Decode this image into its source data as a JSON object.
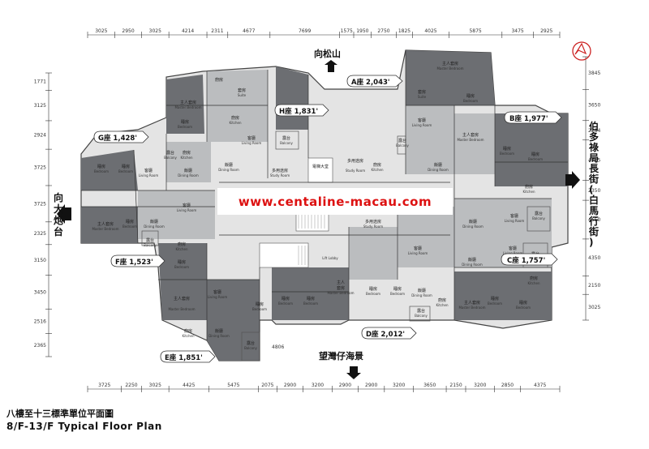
{
  "header_dims": [
    "3025",
    "2950",
    "3025",
    "4214",
    "2311",
    "4677",
    "7699",
    "1575",
    "1950",
    "2750",
    "1825",
    "4025",
    "5875",
    "3475",
    "2925"
  ],
  "footer_dims": [
    "3725",
    "2250",
    "3025",
    "4425",
    "5475",
    "2075",
    "2900",
    "3200",
    "2900",
    "2900",
    "3200",
    "3650",
    "2150",
    "3200",
    "2850",
    "4375"
  ],
  "left_dims": [
    "1771",
    "3125",
    "2924",
    "3725",
    "3725",
    "2325",
    "3150",
    "3450",
    "2516",
    "2365"
  ],
  "right_dims": [
    "3845",
    "3650",
    "2284",
    "4725",
    "2350",
    "4550",
    "4350",
    "2150",
    "3025"
  ],
  "mid_dim": "4806",
  "directions": {
    "north": "向松山",
    "south": "望灣仔海景",
    "west": [
      "向",
      "大",
      "炮",
      "台"
    ],
    "east": [
      "伯",
      "多",
      "祿",
      "局",
      "長",
      "街",
      "(",
      "白",
      "馬",
      "行",
      "街",
      ")"
    ]
  },
  "website": "www.centaline-macau.com",
  "units": [
    {
      "id": "A",
      "label": "A座 2,043'"
    },
    {
      "id": "B",
      "label": "B座 1,977'"
    },
    {
      "id": "C",
      "label": "C座 1,757'"
    },
    {
      "id": "D",
      "label": "D座 2,012'"
    },
    {
      "id": "E",
      "label": "E座 1,851'"
    },
    {
      "id": "F",
      "label": "F座 1,523'"
    },
    {
      "id": "G",
      "label": "G座 1,428'"
    },
    {
      "id": "H",
      "label": "H座 1,831'"
    }
  ],
  "rooms": {
    "master_bedroom_zh": "主人套房",
    "master_bedroom_en": "Master Bedroom",
    "master_zh": "主人",
    "suite_zh": "套房",
    "suite_en": "Suite",
    "bedroom_zh": "睡房",
    "bedroom_en": "Bedroom",
    "kitchen_zh": "廚房",
    "kitchen_en": "Kitchen",
    "living_zh": "客廳",
    "living_en": "Living Room",
    "dining_zh": "飯廳",
    "dining_en": "Dining Room",
    "balcony_zh": "露台",
    "balcony_en": "Balcony",
    "study_zh": "多用途房",
    "study_en": "Study Room",
    "lobby_zh": "電梯大堂",
    "lobby_en": "Lift Lobby"
  },
  "title_zh": "八樓至十三標準單位平面圖",
  "title_en": "8/F-13/F Typical Floor Plan"
}
